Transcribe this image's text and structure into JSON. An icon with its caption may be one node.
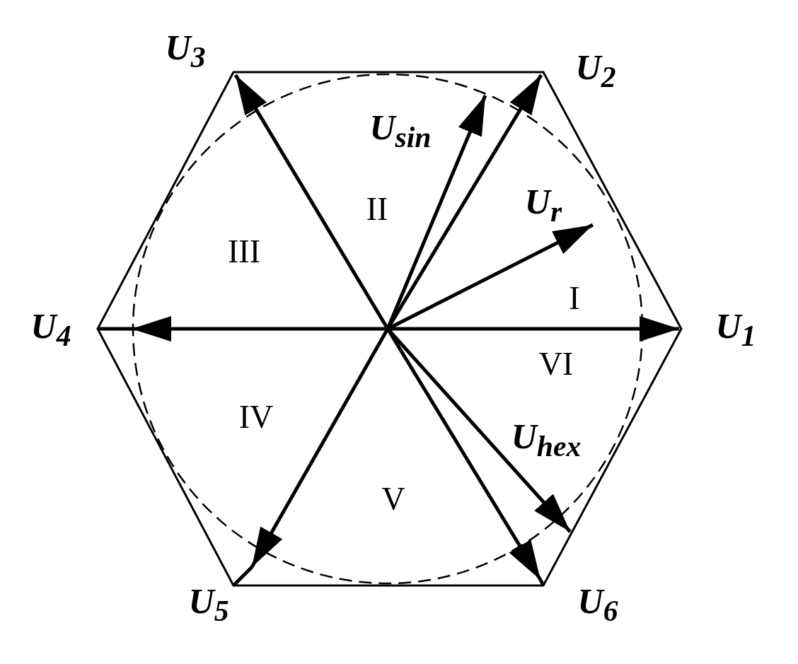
{
  "diagram": {
    "labels": [
      "U$_{3}$",
      "U$_{2}$",
      "U$_{sin}$",
      "U$_{r}$",
      "II",
      "III",
      "I",
      "U$_{4}$",
      "U$_{1}$",
      "VI",
      "U$_{hex}$",
      "IV",
      "V",
      "U$_{5}$",
      "U$_{6}$"
    ]
  }
}
